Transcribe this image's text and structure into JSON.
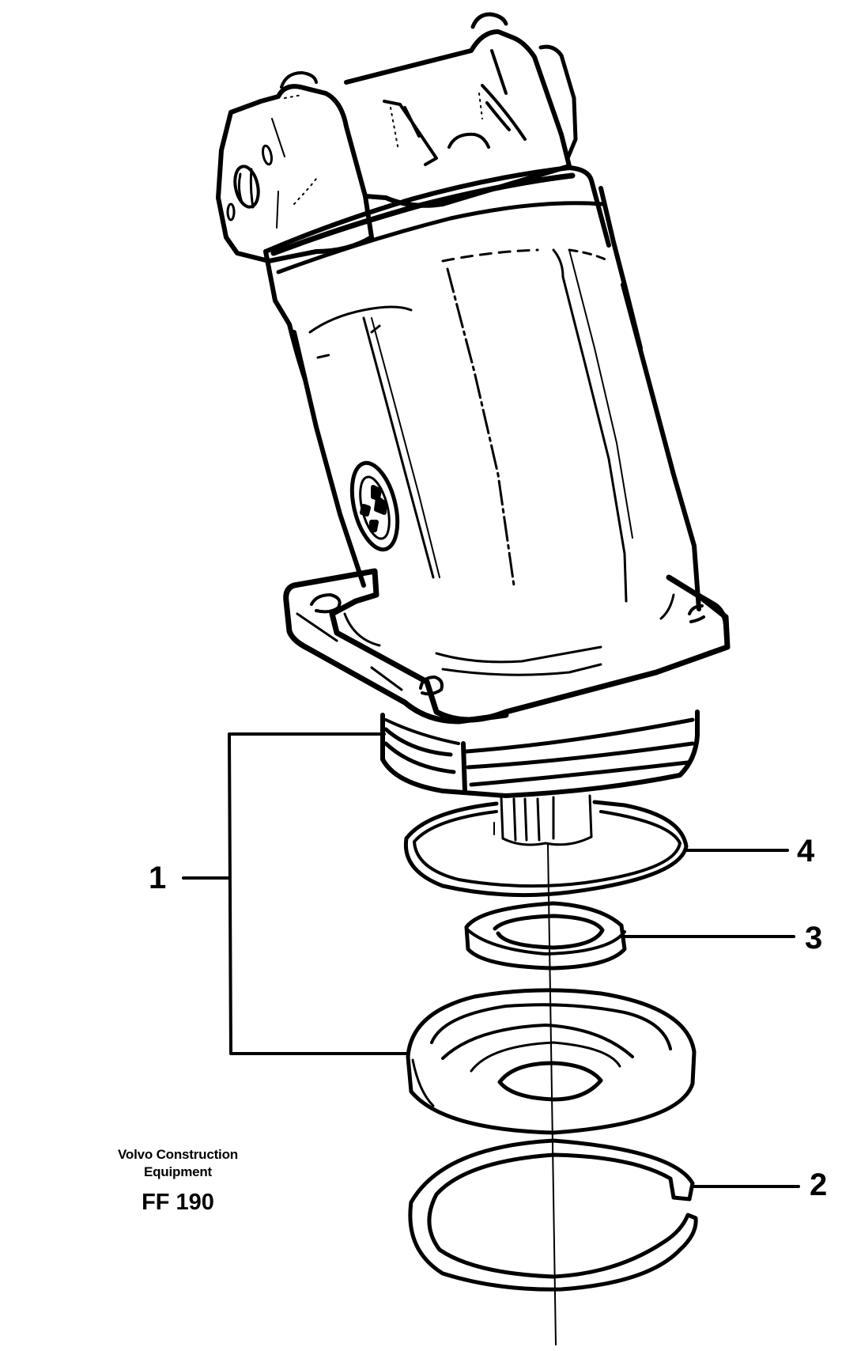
{
  "diagram": {
    "subject": "hydraulic-motor-exploded-view",
    "callouts": [
      {
        "id": "1",
        "label": "1",
        "part": "seal-kit-group"
      },
      {
        "id": "2",
        "label": "2",
        "part": "retaining-ring"
      },
      {
        "id": "3",
        "label": "3",
        "part": "seal-ring"
      },
      {
        "id": "4",
        "label": "4",
        "part": "o-ring"
      }
    ],
    "line_color": "#000000",
    "background": "#ffffff"
  },
  "caption": {
    "company_line1": "Volvo Construction",
    "company_line2": "Equipment",
    "code": "FF 190"
  }
}
